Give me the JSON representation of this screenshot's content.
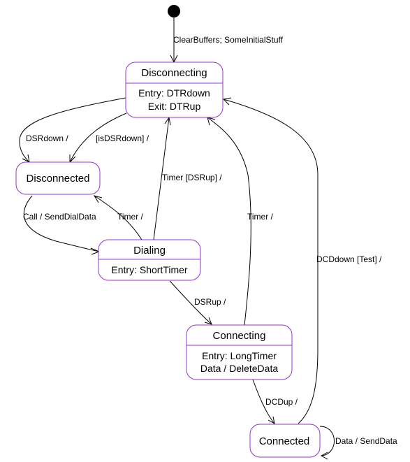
{
  "colors": {
    "state_border": "#9933cc",
    "edge": "#000000",
    "background": "#ffffff",
    "initial_node": "#000000"
  },
  "states": {
    "disconnecting": {
      "name": "Disconnecting",
      "lines": [
        "Entry: DTRdown",
        "Exit: DTRup"
      ]
    },
    "disconnected": {
      "name": "Disconnected",
      "lines": []
    },
    "dialing": {
      "name": "Dialing",
      "lines": [
        "Entry: ShortTimer"
      ]
    },
    "connecting": {
      "name": "Connecting",
      "lines": [
        "Entry: LongTimer",
        "Data / DeleteData"
      ]
    },
    "connected": {
      "name": "Connected",
      "lines": []
    }
  },
  "transitions": {
    "initial_to_disconnecting": "ClearBuffers; SomeInitialStuff",
    "disconnecting_to_disconnected_dsrdown": "DSRdown /",
    "disconnecting_to_disconnected_isdsrdown": "[isDSRdown] /",
    "disconnected_to_dialing": "Call / SendDialData",
    "dialing_to_disconnected": "Timer /",
    "dialing_to_disconnecting": "Timer [DSRup] /",
    "dialing_to_connecting": "DSRup /",
    "connecting_to_disconnecting": "Timer /",
    "connecting_to_connected": "DCDup /",
    "connected_to_disconnecting": "DCDdown [Test] /",
    "connected_self": "Data / SendData"
  }
}
